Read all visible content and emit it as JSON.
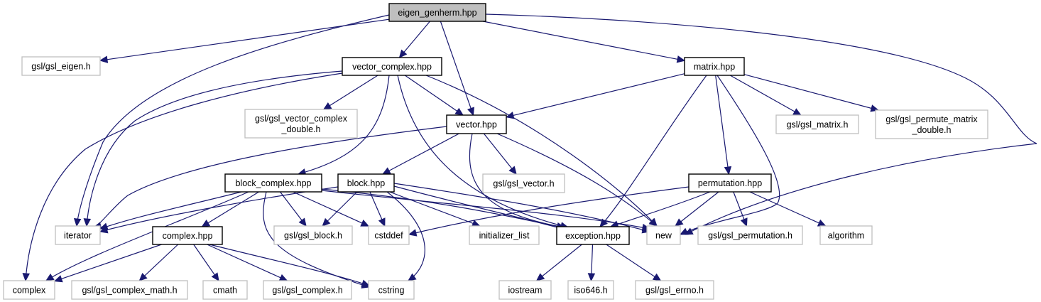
{
  "title": "eigen_genherm.hpp include dependency graph",
  "colors": {
    "edge": "#191970",
    "root_fill": "#bfbfbf",
    "local_border": "#000000",
    "external_border": "#bfbfbf"
  },
  "nodes": [
    {
      "id": "eigen_genherm",
      "lines": [
        "eigen_genherm.hpp"
      ],
      "kind": "root"
    },
    {
      "id": "gsl_eigen",
      "lines": [
        "gsl/gsl_eigen.h"
      ],
      "kind": "external"
    },
    {
      "id": "vector_complex",
      "lines": [
        "vector_complex.hpp"
      ],
      "kind": "local"
    },
    {
      "id": "matrix",
      "lines": [
        "matrix.hpp"
      ],
      "kind": "local"
    },
    {
      "id": "gsl_vector_complex_double",
      "lines": [
        "gsl/gsl_vector_complex",
        "_double.h"
      ],
      "kind": "external"
    },
    {
      "id": "vector",
      "lines": [
        "vector.hpp"
      ],
      "kind": "local"
    },
    {
      "id": "gsl_matrix",
      "lines": [
        "gsl/gsl_matrix.h"
      ],
      "kind": "external"
    },
    {
      "id": "gsl_permute_matrix_double",
      "lines": [
        "gsl/gsl_permute_matrix",
        "_double.h"
      ],
      "kind": "external"
    },
    {
      "id": "block_complex",
      "lines": [
        "block_complex.hpp"
      ],
      "kind": "local"
    },
    {
      "id": "block",
      "lines": [
        "block.hpp"
      ],
      "kind": "local"
    },
    {
      "id": "gsl_vector",
      "lines": [
        "gsl/gsl_vector.h"
      ],
      "kind": "external"
    },
    {
      "id": "permutation",
      "lines": [
        "permutation.hpp"
      ],
      "kind": "local"
    },
    {
      "id": "iterator",
      "lines": [
        "iterator"
      ],
      "kind": "external"
    },
    {
      "id": "complex_hpp",
      "lines": [
        "complex.hpp"
      ],
      "kind": "local"
    },
    {
      "id": "gsl_block",
      "lines": [
        "gsl/gsl_block.h"
      ],
      "kind": "external"
    },
    {
      "id": "cstddef",
      "lines": [
        "cstddef"
      ],
      "kind": "external"
    },
    {
      "id": "initializer_list",
      "lines": [
        "initializer_list"
      ],
      "kind": "external"
    },
    {
      "id": "exception",
      "lines": [
        "exception.hpp"
      ],
      "kind": "local"
    },
    {
      "id": "new",
      "lines": [
        "new"
      ],
      "kind": "external"
    },
    {
      "id": "gsl_permutation",
      "lines": [
        "gsl/gsl_permutation.h"
      ],
      "kind": "external"
    },
    {
      "id": "algorithm",
      "lines": [
        "algorithm"
      ],
      "kind": "external"
    },
    {
      "id": "complex",
      "lines": [
        "complex"
      ],
      "kind": "external"
    },
    {
      "id": "gsl_complex_math",
      "lines": [
        "gsl/gsl_complex_math.h"
      ],
      "kind": "external"
    },
    {
      "id": "cmath",
      "lines": [
        "cmath"
      ],
      "kind": "external"
    },
    {
      "id": "gsl_complex",
      "lines": [
        "gsl/gsl_complex.h"
      ],
      "kind": "external"
    },
    {
      "id": "cstring",
      "lines": [
        "cstring"
      ],
      "kind": "external"
    },
    {
      "id": "iostream",
      "lines": [
        "iostream"
      ],
      "kind": "external"
    },
    {
      "id": "iso646",
      "lines": [
        "iso646.h"
      ],
      "kind": "external"
    },
    {
      "id": "gsl_errno",
      "lines": [
        "gsl/gsl_errno.h"
      ],
      "kind": "external"
    }
  ],
  "edges": [
    [
      "eigen_genherm",
      "gsl_eigen"
    ],
    [
      "eigen_genherm",
      "vector_complex"
    ],
    [
      "eigen_genherm",
      "vector"
    ],
    [
      "eigen_genherm",
      "matrix"
    ],
    [
      "eigen_genherm",
      "iterator"
    ],
    [
      "eigen_genherm",
      "new"
    ],
    [
      "vector_complex",
      "gsl_vector_complex_double"
    ],
    [
      "vector_complex",
      "vector"
    ],
    [
      "vector_complex",
      "block_complex"
    ],
    [
      "vector_complex",
      "iterator"
    ],
    [
      "vector_complex",
      "complex"
    ],
    [
      "vector_complex",
      "exception"
    ],
    [
      "vector_complex",
      "new"
    ],
    [
      "matrix",
      "vector"
    ],
    [
      "matrix",
      "gsl_matrix"
    ],
    [
      "matrix",
      "gsl_permute_matrix_double"
    ],
    [
      "matrix",
      "permutation"
    ],
    [
      "matrix",
      "exception"
    ],
    [
      "matrix",
      "new"
    ],
    [
      "vector",
      "block"
    ],
    [
      "vector",
      "gsl_vector"
    ],
    [
      "vector",
      "iterator"
    ],
    [
      "vector",
      "exception"
    ],
    [
      "vector",
      "new"
    ],
    [
      "block_complex",
      "iterator"
    ],
    [
      "block_complex",
      "complex_hpp"
    ],
    [
      "block_complex",
      "gsl_block"
    ],
    [
      "block_complex",
      "cstddef"
    ],
    [
      "block_complex",
      "complex"
    ],
    [
      "block_complex",
      "cstring"
    ],
    [
      "block_complex",
      "exception"
    ],
    [
      "block_complex",
      "new"
    ],
    [
      "block",
      "gsl_block"
    ],
    [
      "block",
      "cstddef"
    ],
    [
      "block",
      "initializer_list"
    ],
    [
      "block",
      "exception"
    ],
    [
      "block",
      "new"
    ],
    [
      "block",
      "cstring"
    ],
    [
      "block",
      "iterator"
    ],
    [
      "permutation",
      "new"
    ],
    [
      "permutation",
      "gsl_permutation"
    ],
    [
      "permutation",
      "algorithm"
    ],
    [
      "permutation",
      "exception"
    ],
    [
      "permutation",
      "cstddef"
    ],
    [
      "complex_hpp",
      "complex"
    ],
    [
      "complex_hpp",
      "gsl_complex_math"
    ],
    [
      "complex_hpp",
      "cmath"
    ],
    [
      "complex_hpp",
      "gsl_complex"
    ],
    [
      "complex_hpp",
      "cstring"
    ],
    [
      "exception",
      "iostream"
    ],
    [
      "exception",
      "iso646"
    ],
    [
      "exception",
      "gsl_errno"
    ]
  ]
}
